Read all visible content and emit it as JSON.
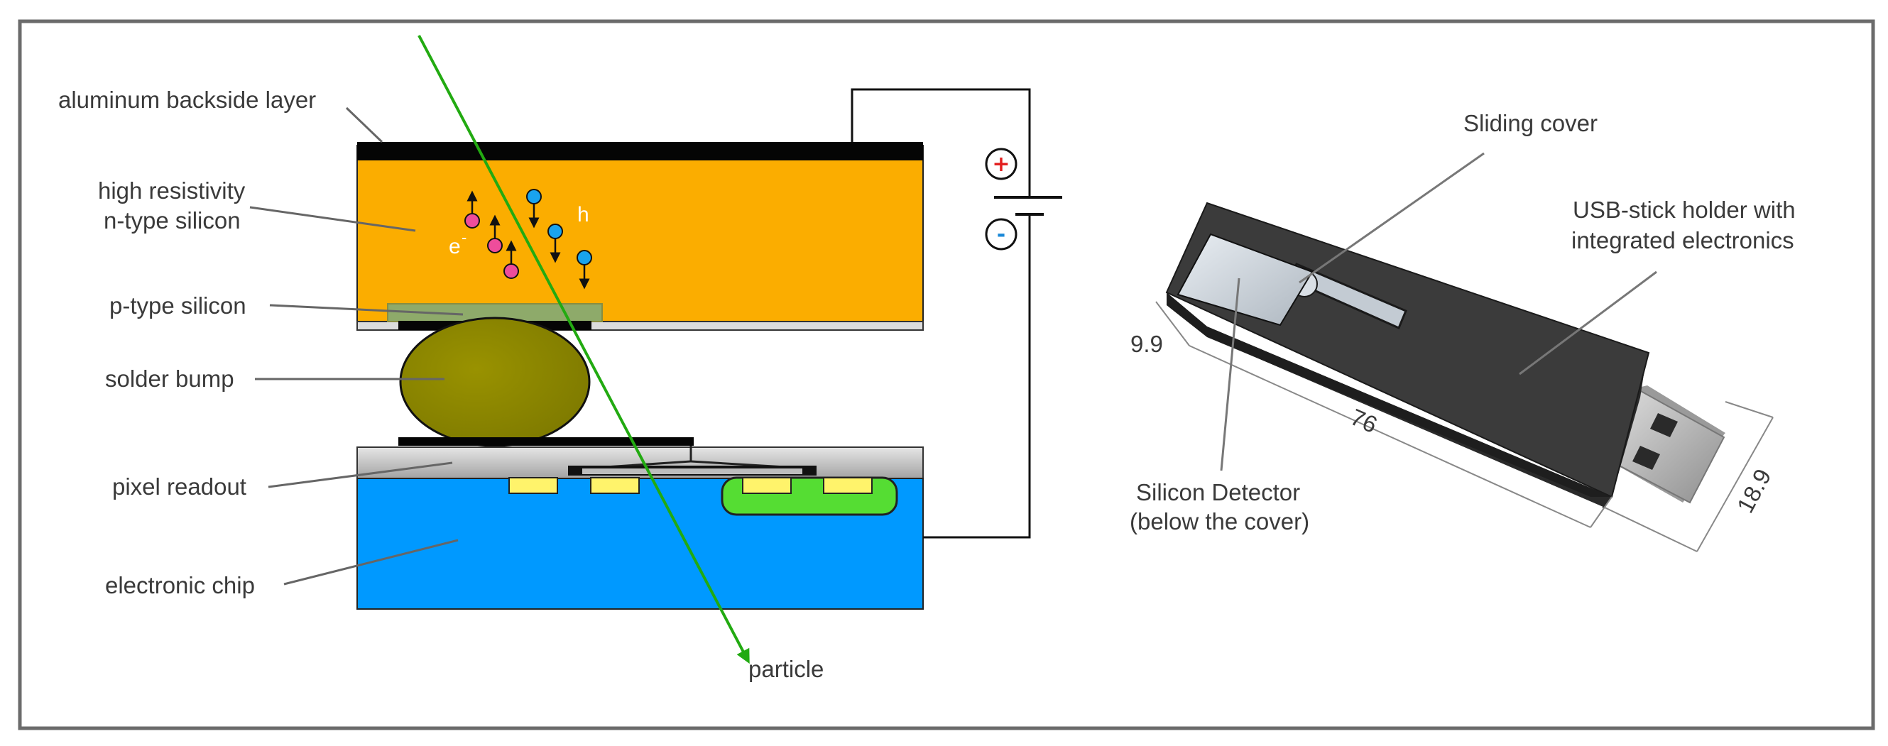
{
  "left_diagram": {
    "labels": {
      "aluminum": "aluminum backside layer",
      "high_res_line1": "high resistivity",
      "high_res_line2": "n-type silicon",
      "p_type": "p-type silicon",
      "solder": "solder bump",
      "pixel": "pixel readout",
      "chip": "electronic chip",
      "particle": "particle",
      "electron": "e",
      "electron_sup": "-",
      "hole": "h"
    },
    "battery": {
      "plus": "+",
      "minus": "-"
    }
  },
  "right_diagram": {
    "labels": {
      "sliding": "Sliding cover",
      "usb_line1": "USB-stick holder with",
      "usb_line2": "integrated electronics",
      "silicon_line1": "Silicon Detector",
      "silicon_line2": "(below the cover)"
    },
    "dimensions": {
      "height": "9.9",
      "length": "76",
      "width": "18.9"
    }
  },
  "colors": {
    "n_silicon": "#fbad00",
    "chip": "#0099ff",
    "solder": "#8d8800",
    "green_well": "#55dd33",
    "pad": "#fff36b",
    "particle_track": "#22aa11",
    "electron": "#ee4d9b",
    "hole": "#19a3ee",
    "usb_body": "#3b3b3b"
  }
}
